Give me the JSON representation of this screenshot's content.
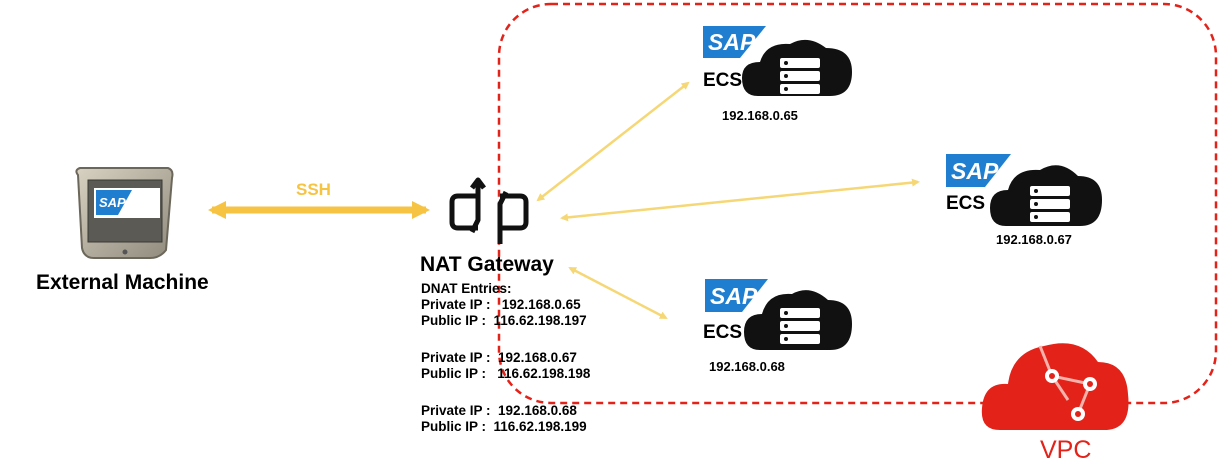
{
  "external_machine": {
    "label": "External Machine",
    "logo_text": "SAP",
    "icon": "monitor-icon"
  },
  "connection": {
    "protocol_label": "SSH"
  },
  "nat_gateway": {
    "label": "NAT Gateway",
    "icon": "nat-gateway-icon",
    "dnat_title": "DNAT Entries:",
    "entries": [
      {
        "private": "Private IP :   192.168.0.65",
        "public": "Public IP :  116.62.198.197"
      },
      {
        "private": "Private IP :  192.168.0.67",
        "public": "Public IP :   116.62.198.198"
      },
      {
        "private": "Private IP :  192.168.0.68",
        "public": "Public IP :  116.62.198.199"
      }
    ]
  },
  "ecs": [
    {
      "type": "ECS",
      "logo_text": "SAP",
      "ip": "192.168.0.65"
    },
    {
      "type": "ECS",
      "logo_text": "SAP",
      "ip": "192.168.0.67"
    },
    {
      "type": "ECS",
      "logo_text": "SAP",
      "ip": "192.168.0.68"
    }
  ],
  "vpc": {
    "label": "VPC",
    "icon": "vpc-cloud-icon"
  },
  "colors": {
    "arrow": "#f6d776",
    "arrow_strong": "#f6c343",
    "vpc_border": "#e32219",
    "sap_blue": "#1f7ecf",
    "icon_black": "#111111"
  }
}
